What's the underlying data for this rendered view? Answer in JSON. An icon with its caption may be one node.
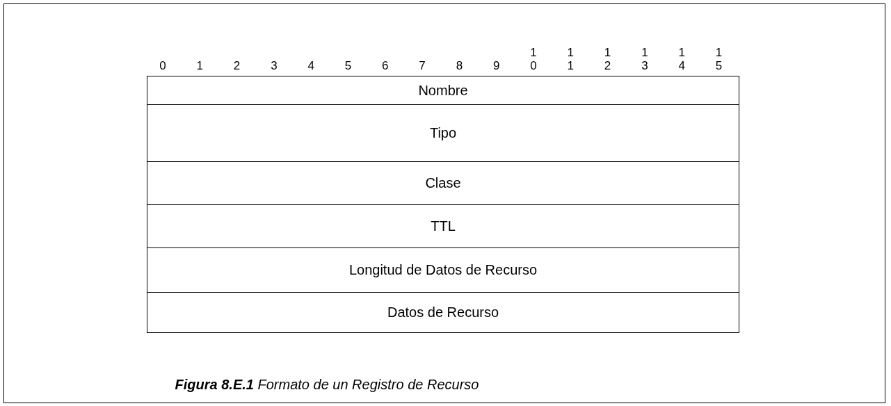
{
  "diagram": {
    "caption": "**Figura 8.E.1** Formato de un Registro de Recurso",
    "nodes": [
      {
        "text": [
          "Nombre"
        ]
      },
      {
        "text": [
          "Tipo"
        ]
      },
      {
        "text": [
          "Clase"
        ]
      },
      {
        "text": [
          "TTL"
        ]
      },
      {
        "text": [
          "Longitud de Datos de Recurso"
        ]
      },
      {
        "text": [
          "Datos de Recurso"
        ]
      }
    ],
    "edges": [],
    "labels": [
      "0",
      "1",
      "2",
      "3",
      "4",
      "5",
      "6",
      "7",
      "8",
      "9",
      "1 0",
      "1 1",
      "1 2",
      "1 3",
      "1 4",
      "1 5"
    ]
  }
}
